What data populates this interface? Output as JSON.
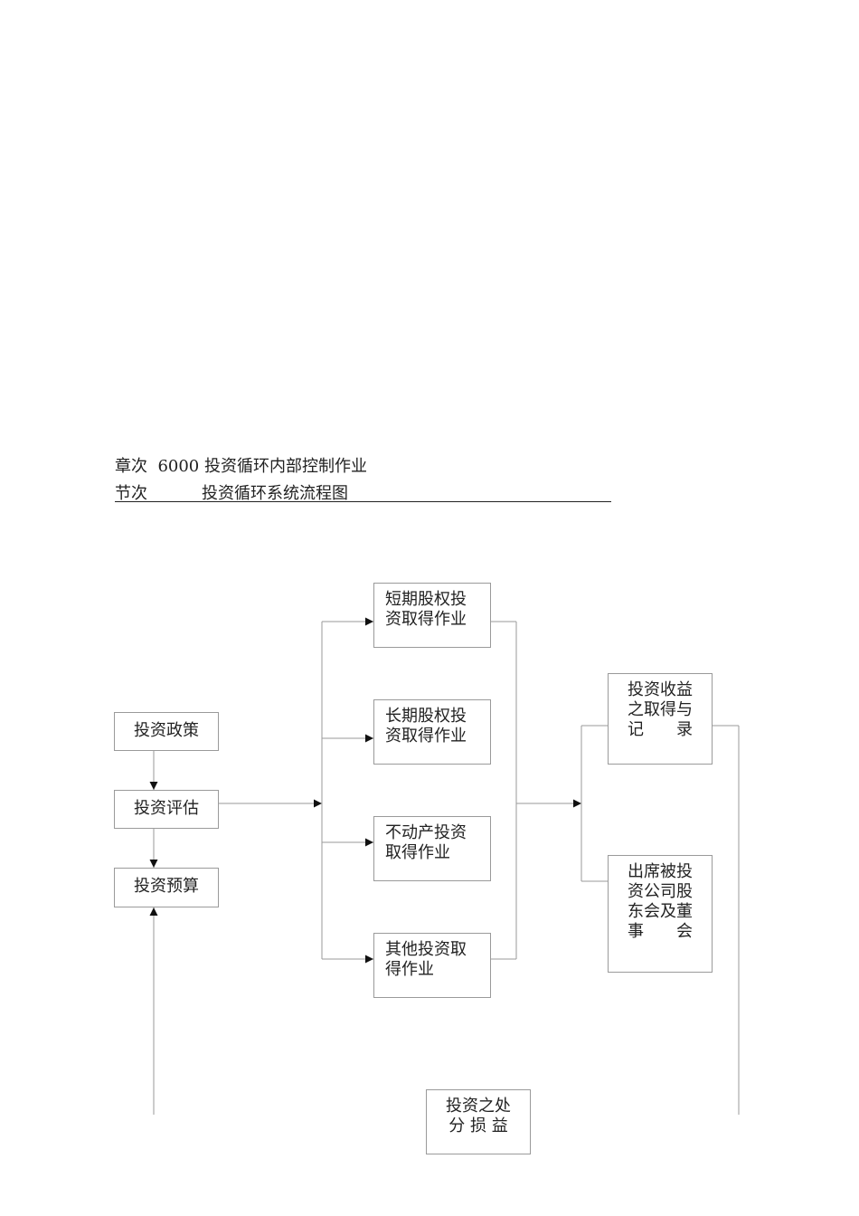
{
  "header": {
    "chapter_line": "章次  6000 投资循环内部控制作业",
    "section_label": "节次",
    "section_title": "投资循环系统流程图"
  },
  "nodes": {
    "policy": [
      "投资政策"
    ],
    "evaluation": [
      "投资评估"
    ],
    "budget": [
      "投资预算"
    ],
    "short_term": [
      "短期股权投",
      "资取得作业"
    ],
    "long_term": [
      "长期股权投",
      "资取得作业"
    ],
    "real_estate": [
      "不动产投资",
      "取得作业"
    ],
    "other": [
      "其他投资取",
      "得作业"
    ],
    "income": [
      "投资收益",
      "之取得与",
      "记　　录"
    ],
    "attend": [
      "出席被投",
      "资公司股",
      "东会及董",
      "事　　会"
    ],
    "disposal": [
      "投资之处",
      "分 损 益"
    ]
  }
}
